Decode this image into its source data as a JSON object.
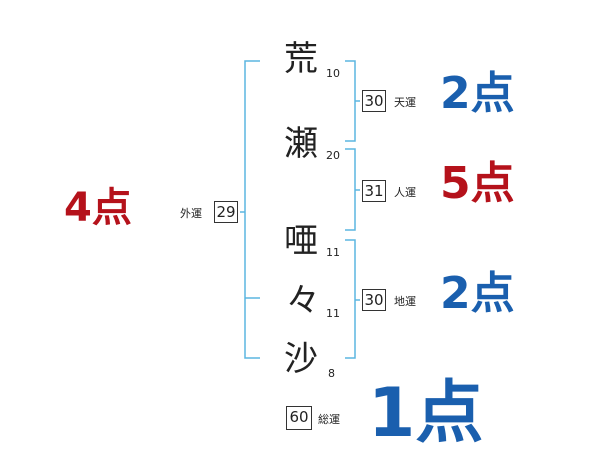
{
  "name_chars": [
    {
      "char": "荒",
      "strokes": "10"
    },
    {
      "char": "瀬",
      "strokes": "20"
    },
    {
      "char": "唖",
      "strokes": "11"
    },
    {
      "char": "々",
      "strokes": "11"
    },
    {
      "char": "沙",
      "strokes": "8"
    }
  ],
  "gaiun": {
    "value": "29",
    "label": "外運",
    "score": "4点"
  },
  "tenun": {
    "value": "30",
    "label": "天運",
    "score": "2点"
  },
  "jinun": {
    "value": "31",
    "label": "人運",
    "score": "5点"
  },
  "chiun": {
    "value": "30",
    "label": "地運",
    "score": "2点"
  },
  "souun": {
    "value": "60",
    "label": "総運",
    "score": "1点"
  },
  "colors": {
    "bracket": "#5bb5e0",
    "red": "#b5121b",
    "blue": "#1a5fae"
  }
}
